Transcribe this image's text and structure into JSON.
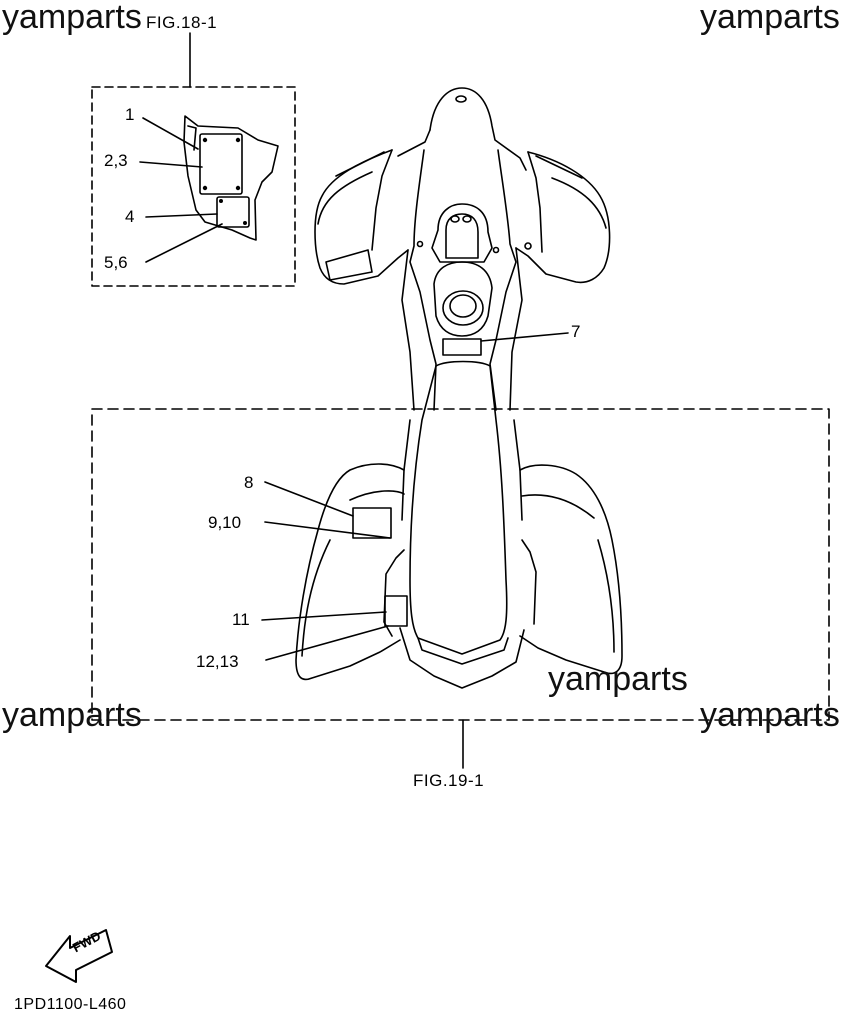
{
  "watermarks": [
    "yamparts",
    "yamparts",
    "yamparts",
    "yamparts",
    "yamparts"
  ],
  "figure_refs": {
    "top": "FIG.18-1",
    "bottom": "FIG.19-1"
  },
  "callouts": {
    "c1": "1",
    "c2_3": "2,3",
    "c4": "4",
    "c5_6": "5,6",
    "c7": "7",
    "c8": "8",
    "c9_10": "9,10",
    "c11": "11",
    "c12_13": "12,13"
  },
  "fwd_badge": "FWD",
  "doc_code": "1PD1100-L460"
}
